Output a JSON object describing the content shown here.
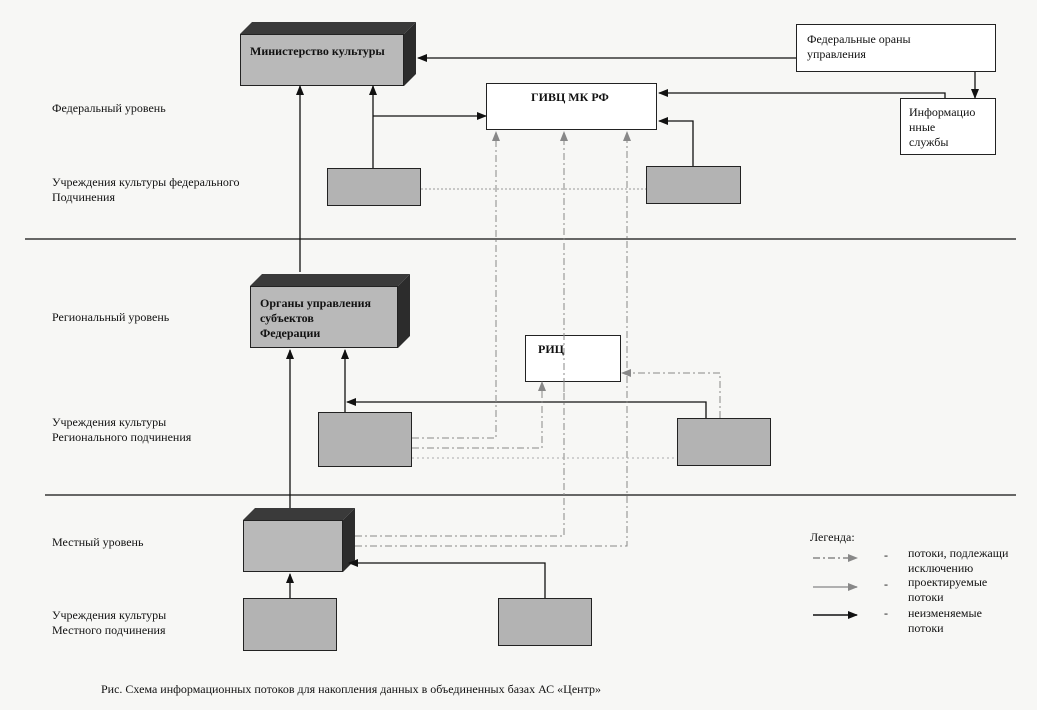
{
  "levels": {
    "federal": "Федеральный уровень",
    "federal_institutions_1": "Учреждения культуры федерального",
    "federal_institutions_2": "Подчинения",
    "regional": "Региональный уровень",
    "regional_institutions_1": "Учреждения культуры",
    "regional_institutions_2": "Регионального подчинения",
    "local": "Местный уровень",
    "local_institutions_1": "Учреждения культуры",
    "local_institutions_2": "Местного подчинения"
  },
  "nodes": {
    "ministry": "Министерство культуры",
    "givc": "ГИВЦ МК РФ",
    "federal_organs_1": "Федеральные ораны",
    "federal_organs_2": "управления",
    "info_1": "Информацио",
    "info_2": "нные",
    "info_3": "службы",
    "regional_organs_1": "Органы управления",
    "regional_organs_2": "субъектов",
    "regional_organs_3": "Федерации",
    "ric": "РИЦ"
  },
  "legend": {
    "title": "Легенда:",
    "items": [
      {
        "dash": "-",
        "line1": "потоки, подлежащи",
        "line2": "исключению",
        "style": "dash-dot"
      },
      {
        "dash": "-",
        "line1": "проектируемые",
        "line2": "потоки",
        "style": "gray-solid"
      },
      {
        "dash": "-",
        "line1": "неизменяемые",
        "line2": "потоки",
        "style": "solid"
      }
    ]
  },
  "caption": "Рис. Схема информационных потоков для накопления данных в объединенных базах АС «Центр»",
  "colors": {
    "box_fill": "#b9b9b9",
    "box_dark": "#2c2c2c",
    "flow_solid": "#111111",
    "flow_excluded": "#888888"
  }
}
